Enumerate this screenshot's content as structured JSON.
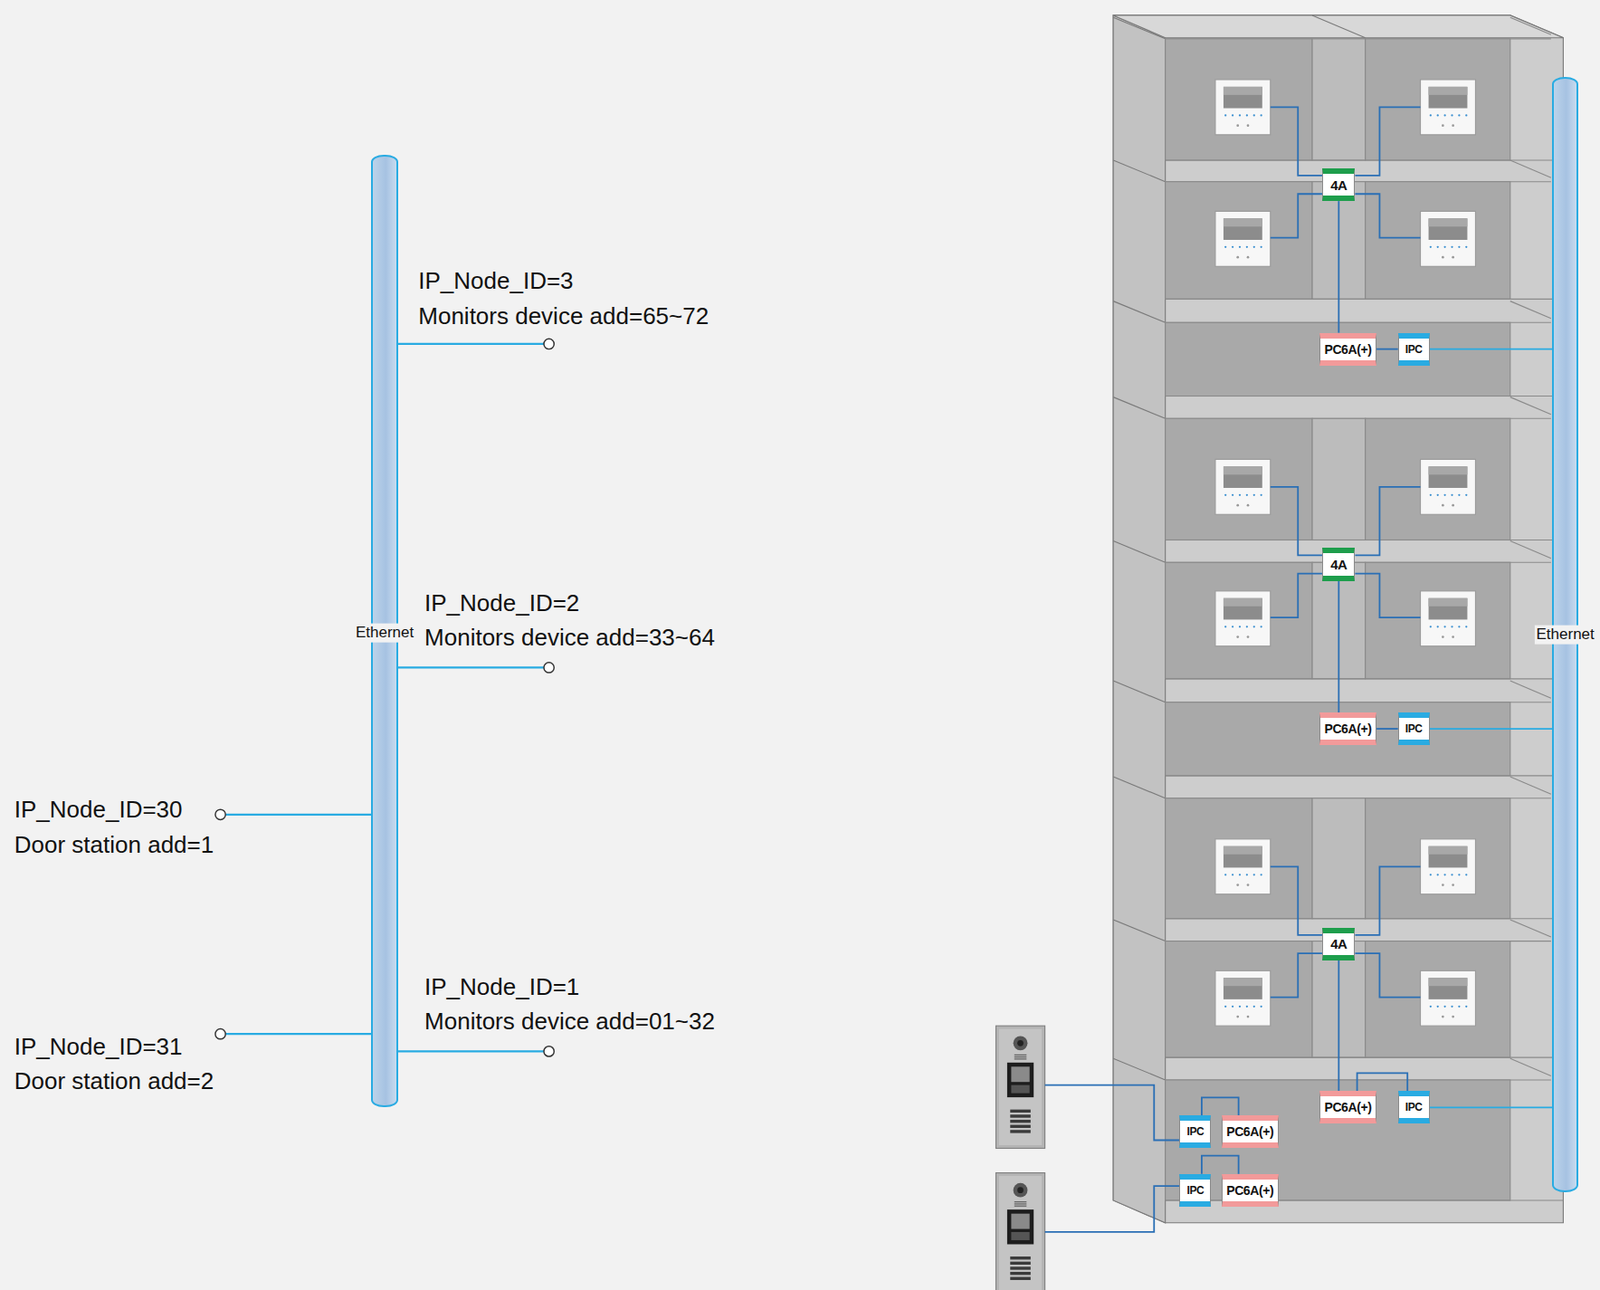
{
  "diagram": {
    "nodes": [
      {
        "text": [
          "Ethernet"
        ]
      },
      {
        "text": [
          "4A"
        ]
      },
      {
        "text": [
          "PC6A(+)"
        ]
      },
      {
        "text": [
          "IPC"
        ]
      },
      {
        "text": [
          "4A"
        ]
      },
      {
        "text": [
          "PC6A(+)"
        ]
      },
      {
        "text": [
          "IPC"
        ]
      },
      {
        "text": [
          "4A"
        ]
      },
      {
        "text": [
          "PC6A(+)"
        ]
      },
      {
        "text": [
          "IPC"
        ]
      },
      {
        "text": [
          "IPC"
        ]
      },
      {
        "text": [
          "PC6A(+)"
        ]
      },
      {
        "text": [
          "IPC"
        ]
      },
      {
        "text": [
          "PC6A(+)"
        ]
      },
      {
        "text": [
          "Ethernet"
        ]
      }
    ],
    "edges": [
      {
        "from": 1,
        "to": 2,
        "arrow": "none"
      },
      {
        "from": 2,
        "to": 3,
        "arrow": "none"
      },
      {
        "from": 3,
        "to": 14,
        "arrow": "none"
      },
      {
        "from": 4,
        "to": 5,
        "arrow": "none"
      },
      {
        "from": 5,
        "to": 6,
        "arrow": "none"
      },
      {
        "from": 6,
        "to": 14,
        "arrow": "none"
      },
      {
        "from": 7,
        "to": 8,
        "arrow": "none"
      },
      {
        "from": 8,
        "to": 9,
        "arrow": "none"
      },
      {
        "from": 9,
        "to": 14,
        "arrow": "none"
      },
      {
        "from": 10,
        "to": 11,
        "arrow": "none"
      },
      {
        "from": 12,
        "to": 13,
        "arrow": "none"
      }
    ],
    "labels": [
      "IP_Node_ID=3",
      "Monitors device add=65~72",
      "IP_Node_ID=2",
      "Monitors device add=33~64",
      "IP_Node_ID=30",
      "Door station add=1",
      "IP_Node_ID=1",
      "Monitors device add=01~32",
      "IP_Node_ID=31",
      "Door station add=2"
    ]
  }
}
